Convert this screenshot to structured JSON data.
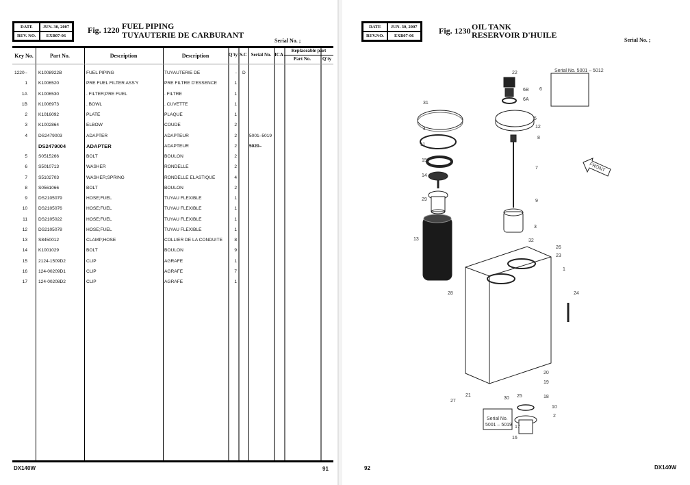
{
  "left_page": {
    "revision": {
      "date_label": "DATE",
      "date_value": "JUN. 30, 2007",
      "rev_label": "REV. NO.",
      "rev_value": "EXB07-06"
    },
    "figure": {
      "number": "Fig. 1220",
      "title_en": "FUEL PIPING",
      "title_fr": "TUYAUTERIE DE CARBURANT"
    },
    "serial_label": "Serial No. ;",
    "table": {
      "headers": {
        "key_no": "Key No.",
        "part_no": "Part No.",
        "description_en": "Description",
        "description_fr": "Description",
        "qty": "Q'ty",
        "sc": "S.C",
        "serial_no": "Serial No.",
        "ica": "ICA",
        "replaceable_part": "Replaceable  part",
        "rep_part_no": "Part No.",
        "rep_qty": "Q'ty"
      },
      "rows": [
        {
          "key": "1220--",
          "part_no": "K1008922B",
          "desc_en": "FUEL PIPING",
          "desc_fr": "TUYAUTERIE DE",
          "qty": "-",
          "sc": "D",
          "serial": "",
          "bold": false
        },
        {
          "key": "1",
          "part_no": "K1006520",
          "desc_en": "PRE FUEL FILTER ASS'Y",
          "desc_fr": "PRE FILTRE D'ESSENCE",
          "qty": "1",
          "sc": "",
          "serial": "",
          "bold": false
        },
        {
          "key": "1A",
          "part_no": "K1006530",
          "desc_en": ". FILTER;PRE FUEL",
          "desc_fr": ". FILTRE",
          "qty": "1",
          "sc": "",
          "serial": "",
          "bold": false
        },
        {
          "key": "1B",
          "part_no": "K1006973",
          "desc_en": ". BOWL",
          "desc_fr": ". CUVETTE",
          "qty": "1",
          "sc": "",
          "serial": "",
          "bold": false
        },
        {
          "key": "2",
          "part_no": "K1016092",
          "desc_en": "PLATE",
          "desc_fr": "PLAQUE",
          "qty": "1",
          "sc": "",
          "serial": "",
          "bold": false
        },
        {
          "key": "3",
          "part_no": "K1002864",
          "desc_en": "ELBOW",
          "desc_fr": "COUDE",
          "qty": "2",
          "sc": "",
          "serial": "",
          "bold": false
        },
        {
          "key": "4",
          "part_no": "DS2479003",
          "desc_en": "ADAPTER",
          "desc_fr": "ADAPTEUR",
          "qty": "2",
          "sc": "",
          "serial": "5001–5019",
          "bold": false
        },
        {
          "key": "",
          "part_no": "DS2479004",
          "desc_en": "ADAPTER",
          "desc_fr": "ADAPTEUR",
          "qty": "2",
          "sc": "",
          "serial": "5020–",
          "bold": true
        },
        {
          "key": "5",
          "part_no": "S0515266",
          "desc_en": "BOLT",
          "desc_fr": "BOULON",
          "qty": "2",
          "sc": "",
          "serial": "",
          "bold": false
        },
        {
          "key": "6",
          "part_no": "S5010713",
          "desc_en": "WASHER",
          "desc_fr": "RONDELLE",
          "qty": "2",
          "sc": "",
          "serial": "",
          "bold": false
        },
        {
          "key": "7",
          "part_no": "S5102703",
          "desc_en": "WASHER;SPRING",
          "desc_fr": "RONDELLE ELASTIQUE",
          "qty": "4",
          "sc": "",
          "serial": "",
          "bold": false
        },
        {
          "key": "8",
          "part_no": "S0561066",
          "desc_en": "BOLT",
          "desc_fr": "BOULON",
          "qty": "2",
          "sc": "",
          "serial": "",
          "bold": false
        },
        {
          "key": "9",
          "part_no": "DS2105079",
          "desc_en": "HOSE;FUEL",
          "desc_fr": "TUYAU FLEXIBLE",
          "qty": "1",
          "sc": "",
          "serial": "",
          "bold": false
        },
        {
          "key": "10",
          "part_no": "DS2105076",
          "desc_en": "HOSE;FUEL",
          "desc_fr": "TUYAU FLEXIBLE",
          "qty": "1",
          "sc": "",
          "serial": "",
          "bold": false
        },
        {
          "key": "11",
          "part_no": "DS2105022",
          "desc_en": "HOSE;FUEL",
          "desc_fr": "TUYAU FLEXIBLE",
          "qty": "1",
          "sc": "",
          "serial": "",
          "bold": false
        },
        {
          "key": "12",
          "part_no": "DS2105078",
          "desc_en": "HOSE;FUEL",
          "desc_fr": "TUYAU FLEXIBLE",
          "qty": "1",
          "sc": "",
          "serial": "",
          "bold": false
        },
        {
          "key": "13",
          "part_no": "S8450012",
          "desc_en": "CLAMP;HOSE",
          "desc_fr": "COLLIER DE LA CONDUITE",
          "qty": "8",
          "sc": "",
          "serial": "",
          "bold": false
        },
        {
          "key": "14",
          "part_no": "K1001029",
          "desc_en": "BOLT",
          "desc_fr": "BOULON",
          "qty": "9",
          "sc": "",
          "serial": "",
          "bold": false
        },
        {
          "key": "15",
          "part_no": "2124-1509D2",
          "desc_en": "CLIP",
          "desc_fr": "AGRAFE",
          "qty": "1",
          "sc": "",
          "serial": "",
          "bold": false
        },
        {
          "key": "16",
          "part_no": "124-00209D1",
          "desc_en": "CLIP",
          "desc_fr": "AGRAFE",
          "qty": "7",
          "sc": "",
          "serial": "",
          "bold": false
        },
        {
          "key": "17",
          "part_no": "124-00208D2",
          "desc_en": "CLIP",
          "desc_fr": "AGRAFE",
          "qty": "1",
          "sc": "",
          "serial": "",
          "bold": false
        }
      ]
    },
    "footer": {
      "model": "DX140W",
      "page_number": "91"
    }
  },
  "right_page": {
    "revision": {
      "date_label": "DATE",
      "date_value": "JUN. 30, 2007",
      "rev_label": "REV.NO.",
      "rev_value": "EXB07-06"
    },
    "figure": {
      "number": "Fig. 1230",
      "title_en": "OIL  TANK",
      "title_fr": "RESERVOIR  D'HUILE"
    },
    "serial_label": "Serial No. ;",
    "drawing": {
      "callouts": [
        "1",
        "2",
        "3",
        "4",
        "5",
        "6",
        "6A",
        "6B",
        "7",
        "8",
        "9",
        "10",
        "11",
        "12",
        "13",
        "14",
        "15",
        "16",
        "17",
        "18",
        "19",
        "20",
        "21",
        "22",
        "23",
        "24",
        "25",
        "26",
        "27",
        "28",
        "29",
        "30",
        "31",
        "32"
      ],
      "inset_top": {
        "label": "Serial No. 5001 – 5012",
        "callouts": [
          "22",
          "6",
          "6A"
        ]
      },
      "inset_bottom": {
        "label_line1": "Serial No.",
        "label_line2": "5001 – 5019",
        "callout": "25"
      },
      "front_arrow_label": "FRONT"
    },
    "footer": {
      "page_number": "92",
      "model": "DX140W"
    }
  }
}
